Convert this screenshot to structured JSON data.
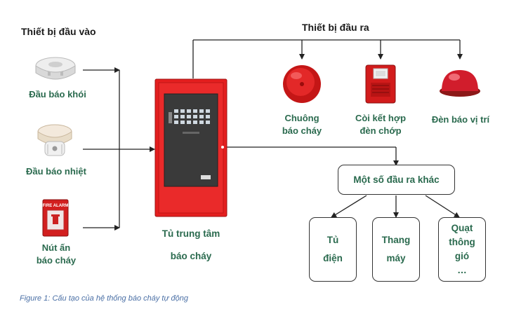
{
  "input_header": "Thiết bị đầu vào",
  "output_header": "Thiết bị đầu ra",
  "inputs": [
    {
      "label": "Đầu báo khói",
      "icon": "smoke-detector-icon"
    },
    {
      "label": "Đầu báo nhiệt",
      "icon": "heat-detector-icon"
    },
    {
      "label_line1": "Nút ấn",
      "label_line2": "báo cháy",
      "icon": "manual-call-point-icon",
      "icon_text": "FIRE ALARM"
    }
  ],
  "panel": {
    "label_line1": "Tủ trung tâm",
    "label_line2": "báo cháy",
    "icon": "fire-alarm-control-panel-icon"
  },
  "outputs": [
    {
      "label_line1": "Chuông",
      "label_line2": "báo cháy",
      "icon": "fire-bell-icon"
    },
    {
      "label_line1": "Còi kết hợp",
      "label_line2": "đèn chớp",
      "icon": "horn-strobe-icon"
    },
    {
      "label_line1": "Đèn báo vị trí",
      "icon": "location-lamp-icon"
    }
  ],
  "other_outputs": {
    "label": "Một số đầu ra khác",
    "items": [
      {
        "line1": "Tủ",
        "line2": "điện"
      },
      {
        "line1": "Thang",
        "line2": "máy"
      },
      {
        "line1": "Quạt",
        "line2": "thông",
        "line3": "gió",
        "line4": "…"
      }
    ]
  },
  "caption": "Figure 1: Cấu tạo của hệ thống báo cháy tự động",
  "colors": {
    "label": "#2a6a4e",
    "caption": "#4a6fa5",
    "panel": "#e02020",
    "lines": "#222222"
  }
}
